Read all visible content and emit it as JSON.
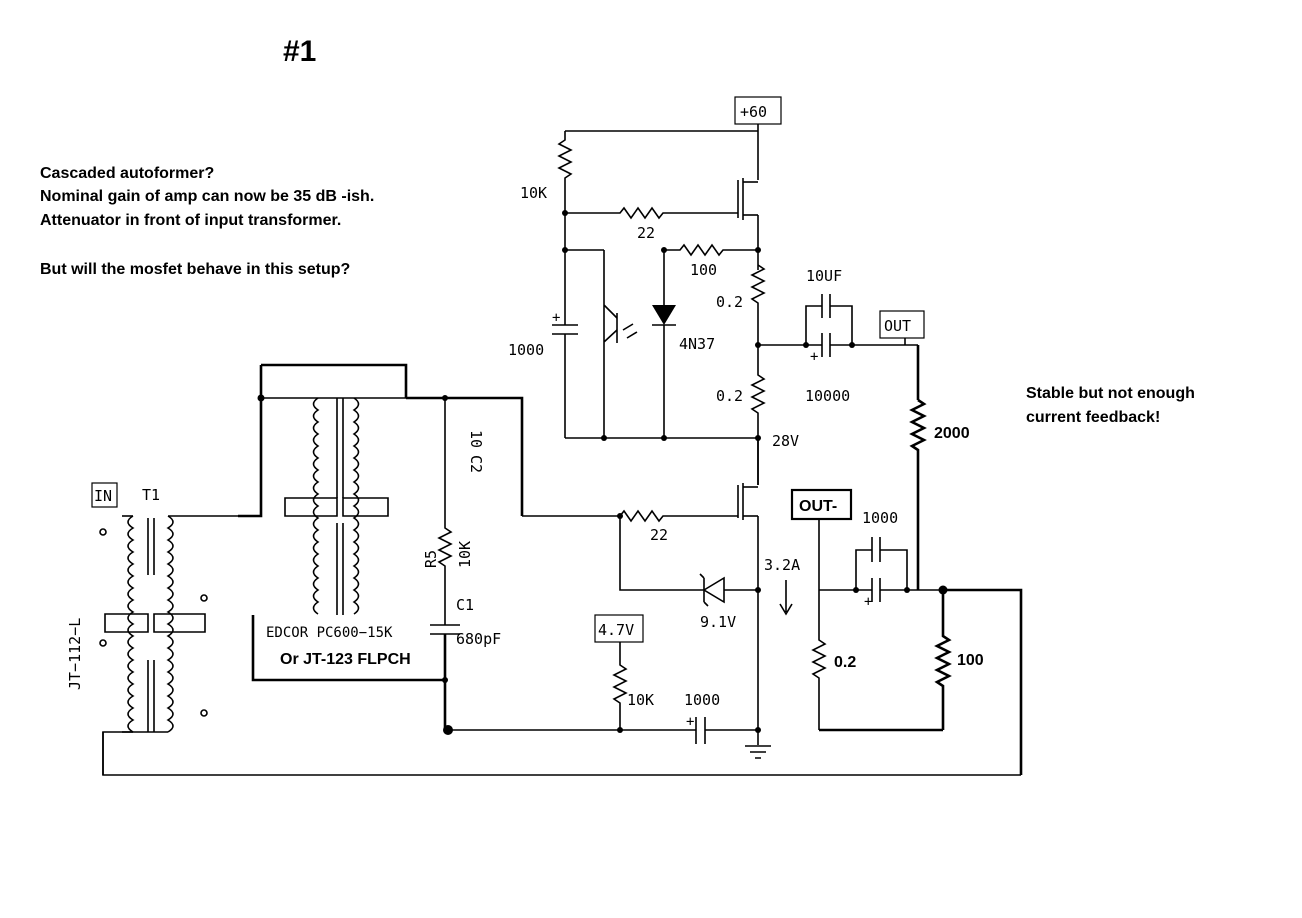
{
  "title": "#1",
  "notes": {
    "line1": "Cascaded autoformer?",
    "line2": "Nominal gain of amp can now be 35 dB -ish.",
    "line3": "Attenuator in front of input transformer.",
    "line4": "But will the mosfet behave in this setup?",
    "right1": "Stable but not enough",
    "right2": "current feedback!"
  },
  "labels": {
    "supply": "+60",
    "out": "OUT",
    "out_minus": "OUT-",
    "input": "IN",
    "t1": "T1",
    "jt112": "JT−112−L",
    "edcor1": "EDCOR PC600−15K",
    "edcor2": "Or JT-123 FLPCH",
    "r10k_top": "10K",
    "r22_top": "22",
    "r100_top": "100",
    "r02_a": "0.2",
    "r02_b": "0.2",
    "c10uf": "10UF",
    "c10000": "10000",
    "c1000_left": "1000",
    "opto": "4N37",
    "v28": "28V",
    "r2000": "2000",
    "c2": "C2",
    "c2_val": "10",
    "r5": "R5",
    "r5_val": "10K",
    "c1": "C1",
    "c1_val": "680pF",
    "r22_bot": "22",
    "zener": "9.1V",
    "current": "3.2A",
    "c1000_right": "1000",
    "r02_c": "0.2",
    "r100_bot": "100",
    "v47": "4.7V",
    "r10k_bot": "10K",
    "c1000_bot": "1000",
    "plus": "+"
  }
}
